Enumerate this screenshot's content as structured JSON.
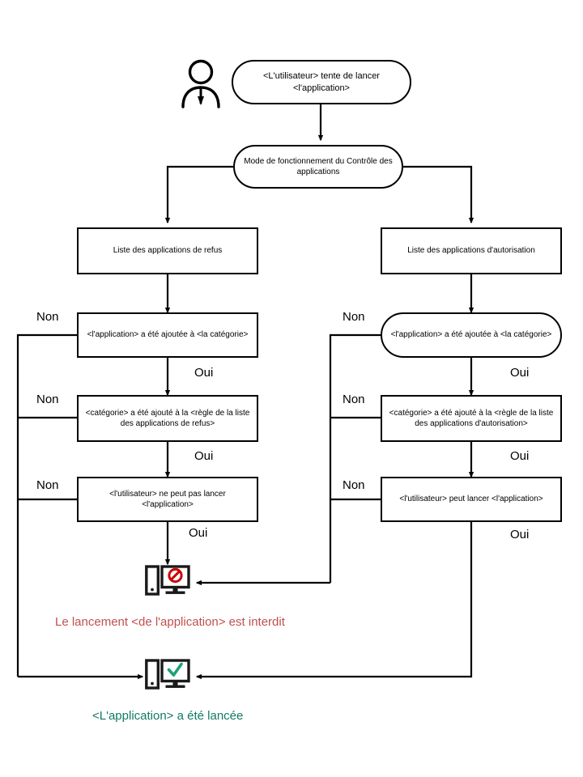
{
  "diagram": {
    "title": "Contrôle des applications — logique de lancement",
    "colors": {
      "stroke": "#000000",
      "denied_text": "#c0504d",
      "denied_icon": "#cc0000",
      "allowed_text": "#117a65",
      "allowed_icon": "#1aa179",
      "background": "#ffffff"
    },
    "actor": {
      "name": "user-actor",
      "label": ""
    },
    "nodes": [
      {
        "id": "start",
        "shape": "stadium",
        "text": "<L'utilisateur> tente de lancer <l'application>"
      },
      {
        "id": "mode",
        "shape": "stadium",
        "text": "Mode de fonctionnement du Contrôle des applications"
      },
      {
        "id": "deny-list",
        "shape": "rect",
        "text": "Liste des applications de refus"
      },
      {
        "id": "allow-list",
        "shape": "rect",
        "text": "Liste des applications d'autorisation"
      },
      {
        "id": "deny-app-category",
        "shape": "rect",
        "text": "<l'application> a été ajoutée à <la catégorie>"
      },
      {
        "id": "allow-app-category",
        "shape": "stadium",
        "text": "<l'application> a été ajoutée à <la catégorie>"
      },
      {
        "id": "deny-category-rule",
        "shape": "rect",
        "text": "<catégorie> a été ajouté à la <règle de la liste des applications de refus>"
      },
      {
        "id": "allow-category-rule",
        "shape": "rect",
        "text": "<catégorie> a été ajouté à la <règle de la liste des applications d'autorisation>"
      },
      {
        "id": "deny-user-cannot",
        "shape": "rect",
        "text": "<l'utilisateur> ne peut pas lancer <l'application>"
      },
      {
        "id": "allow-user-can",
        "shape": "rect",
        "text": "<l'utilisateur> peut lancer <l'application>"
      }
    ],
    "edge_labels": {
      "no": "Non",
      "yes": "Oui"
    },
    "branch_labels": [
      {
        "id": "deny-app-no",
        "text": "Non",
        "side": "left"
      },
      {
        "id": "deny-app-yes",
        "text": "Oui",
        "side": "left"
      },
      {
        "id": "deny-cat-no",
        "text": "Non",
        "side": "left"
      },
      {
        "id": "deny-cat-yes",
        "text": "Oui",
        "side": "left"
      },
      {
        "id": "deny-user-no",
        "text": "Non",
        "side": "left"
      },
      {
        "id": "deny-user-yes",
        "text": "Oui",
        "side": "left"
      },
      {
        "id": "allow-app-no",
        "text": "Non",
        "side": "right"
      },
      {
        "id": "allow-app-yes",
        "text": "Oui",
        "side": "right"
      },
      {
        "id": "allow-cat-no",
        "text": "Non",
        "side": "right"
      },
      {
        "id": "allow-cat-yes",
        "text": "Oui",
        "side": "right"
      },
      {
        "id": "allow-user-no",
        "text": "Non",
        "side": "right"
      },
      {
        "id": "allow-user-yes",
        "text": "Oui",
        "side": "right"
      }
    ],
    "outcomes": [
      {
        "id": "denied",
        "icon": "computer-blocked-icon",
        "caption": "Le lancement <de l'application> est interdit"
      },
      {
        "id": "allowed",
        "icon": "computer-check-icon",
        "caption": "<L'application> a été lancée"
      }
    ]
  }
}
